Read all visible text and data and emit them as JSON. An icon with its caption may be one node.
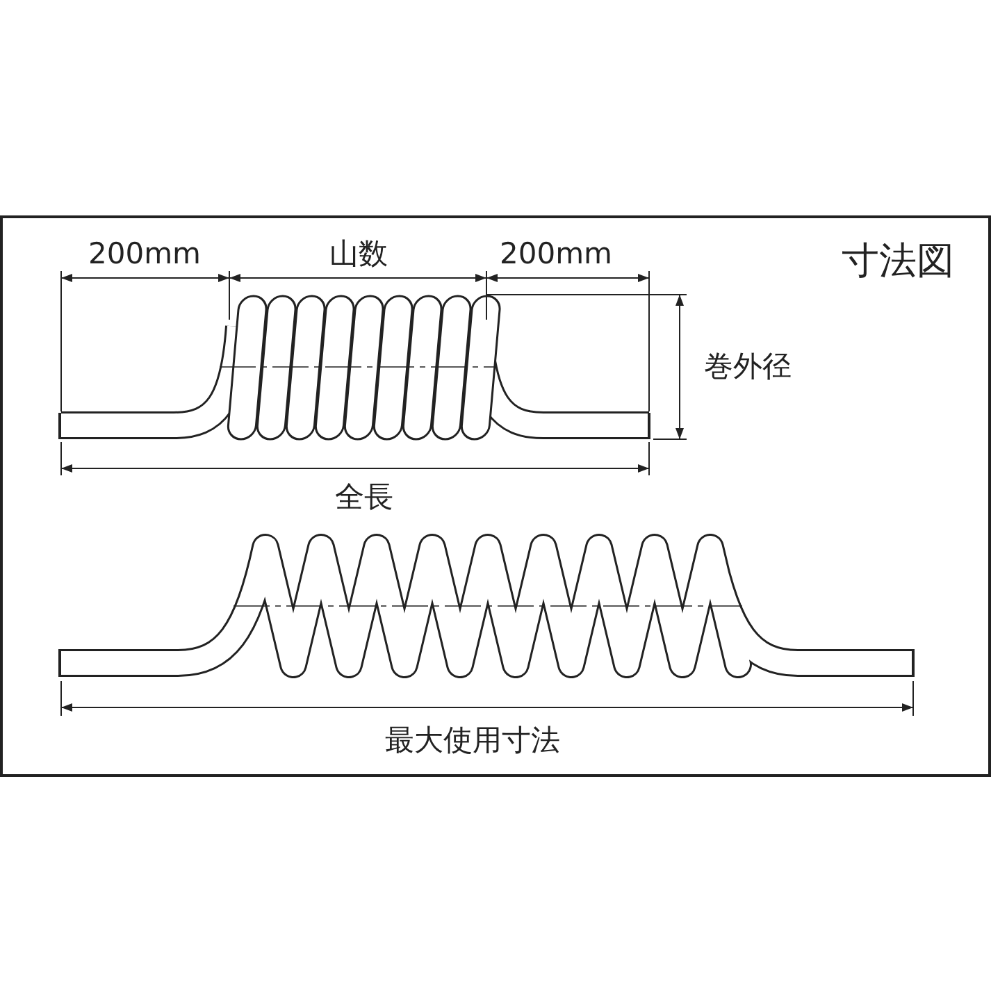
{
  "diagram": {
    "title": "寸法図",
    "labels": [
      "200mm",
      "山数",
      "200mm",
      "巻外径",
      "全長",
      "最大使用寸法"
    ]
  }
}
